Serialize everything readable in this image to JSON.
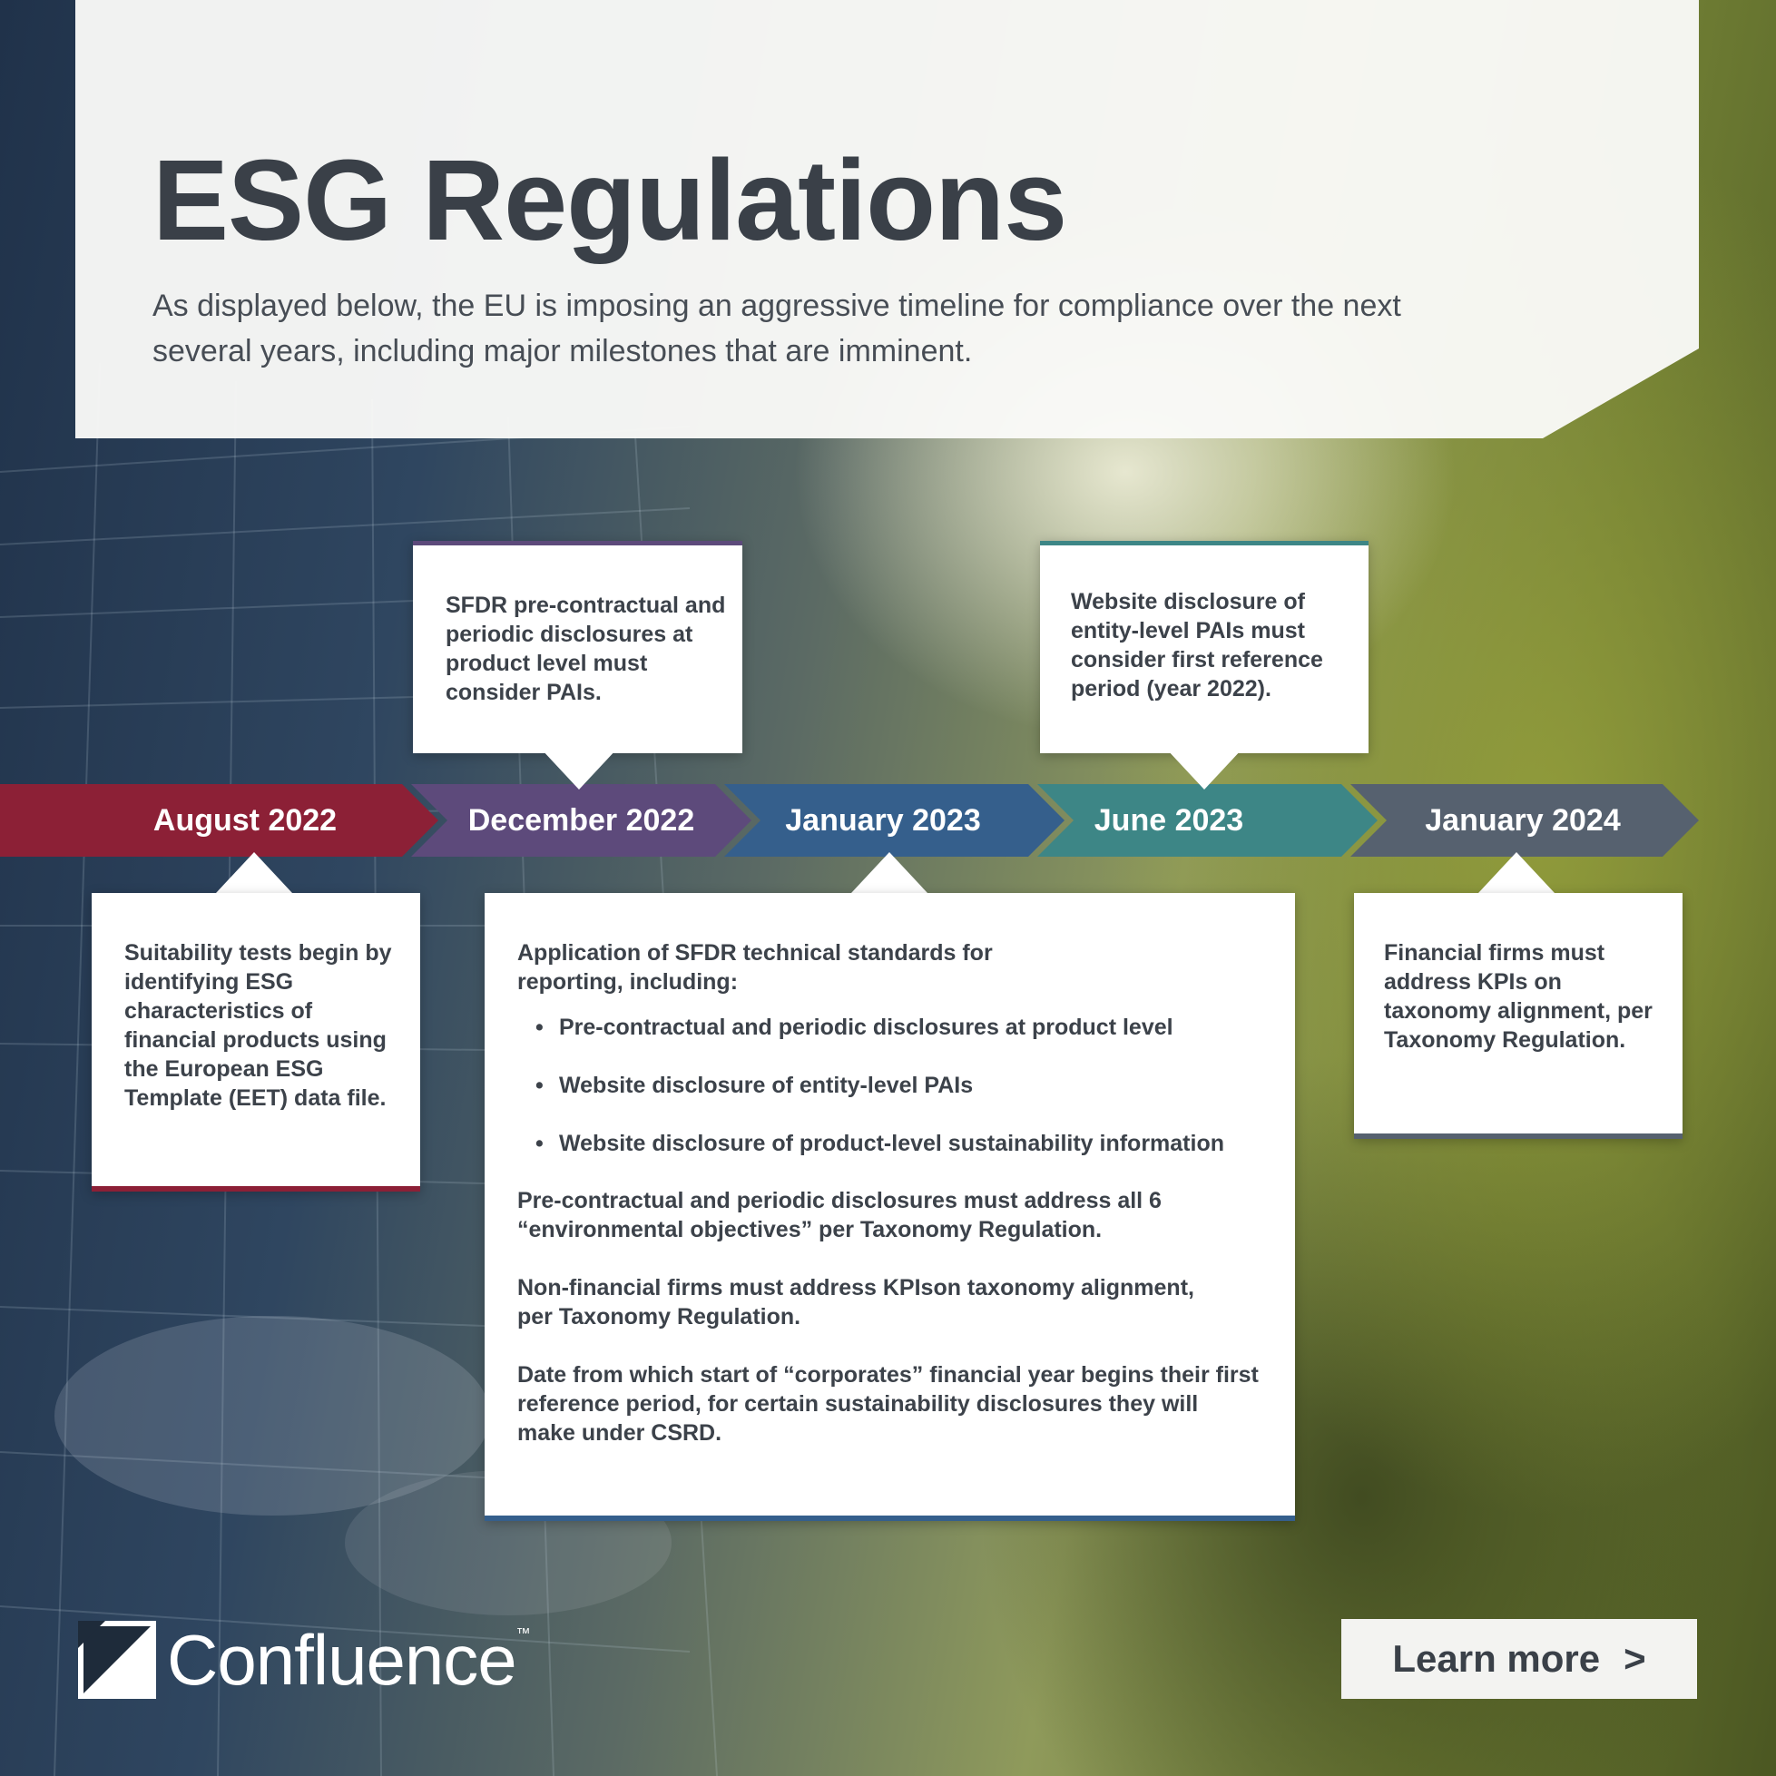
{
  "header": {
    "title": "ESG Regulations",
    "subtitle": "As displayed below, the EU is imposing an aggressive timeline for compliance over the next several years, including major milestones that are imminent."
  },
  "timeline": [
    {
      "date": "August 2022",
      "color": "#8c2036"
    },
    {
      "date": "December 2022",
      "color": "#5d4a7b"
    },
    {
      "date": "January 2023",
      "color": "#355f8c"
    },
    {
      "date": "June 2023",
      "color": "#3d8686"
    },
    {
      "date": "January 2024",
      "color": "#56616f"
    }
  ],
  "cards": {
    "dec2022": "SFDR pre-contractual and periodic disclosures at product level must consider PAIs.",
    "jun2023": "Website disclosure of entity-level PAIs must consider first reference period (year 2022).",
    "aug2022": "Suitability tests begin by identifying ESG characteristics of financial products using the European ESG Template (EET) data file.",
    "jan2024": "Financial firms must address KPIs on taxonomy alignment, per Taxonomy Regulation.",
    "jan2023": {
      "intro": "Application of SFDR technical standards for reporting, including:",
      "bullets": [
        "Pre-contractual and periodic disclosures at product level",
        "Website disclosure of entity-level PAIs",
        "Website disclosure of product-level sustainability information"
      ],
      "p1": "Pre-contractual and periodic disclosures must address all 6 “environmental objectives” per Taxonomy Regulation.",
      "p2": "Non-financial firms must address KPIson taxonomy alignment, per Taxonomy Regulation.",
      "p3": "Date from which start of “corporates” financial year begins their first reference period, for certain sustainability disclosures they will make under CSRD."
    }
  },
  "footer": {
    "logo_text": "Confluence",
    "trademark": "™",
    "learn_more": "Learn more",
    "learn_more_chevron": ">"
  }
}
